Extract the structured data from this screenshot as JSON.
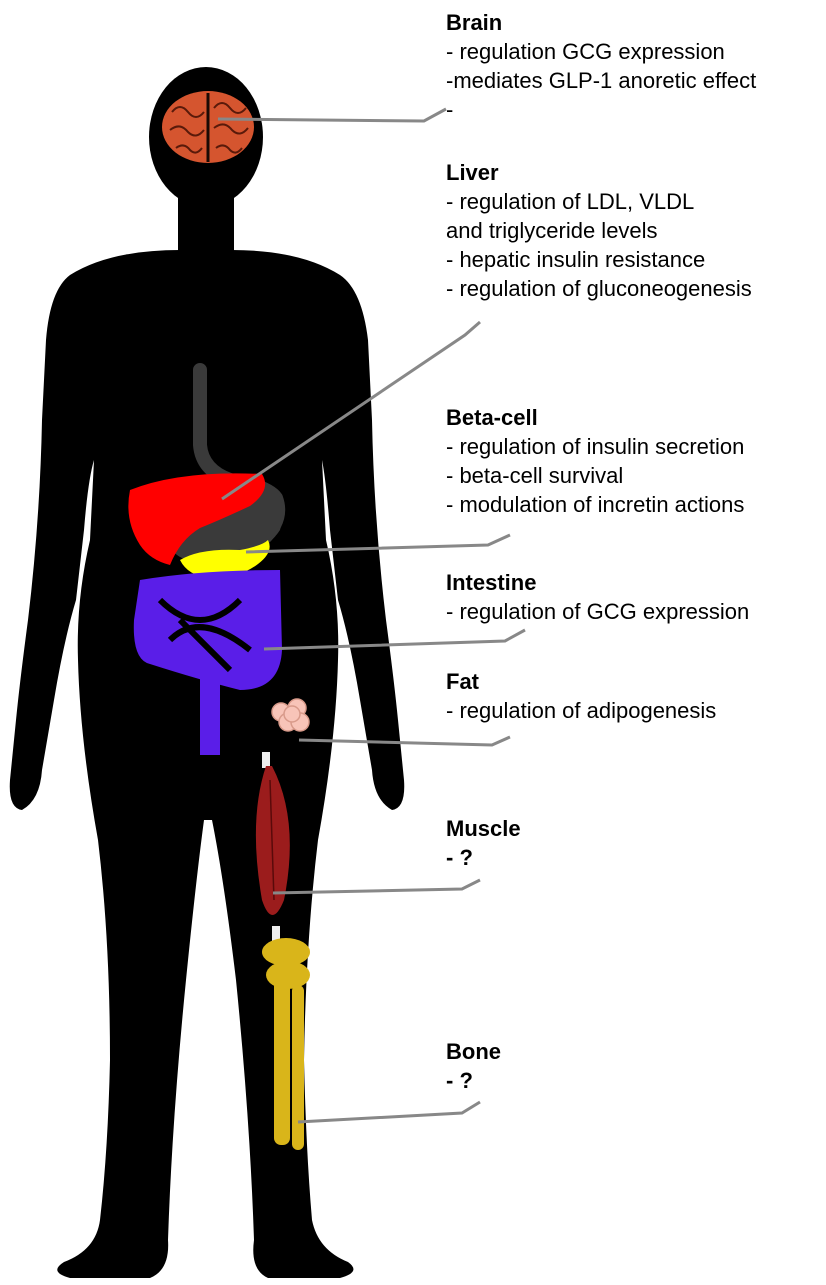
{
  "colors": {
    "background": "#ffffff",
    "silhouette": "#000000",
    "brain": "#d5552f",
    "liver": "#ff0000",
    "stomach": "#3a3a3a",
    "pancreas": "#ffff00",
    "intestine": "#5a1ee8",
    "fat": "#f8c4b8",
    "muscle": "#9b1c1c",
    "bone": "#d9b51a",
    "leader_line": "#888888"
  },
  "labels": {
    "brain": {
      "title": "Brain",
      "lines": [
        "- regulation GCG expression",
        "-mediates GLP-1 anoretic effect",
        "-"
      ]
    },
    "liver": {
      "title": "Liver",
      "lines": [
        "- regulation of LDL, VLDL",
        "and triglyceride levels",
        "- hepatic insulin resistance",
        "- regulation of gluconeogenesis"
      ]
    },
    "beta_cell": {
      "title": "Beta-cell",
      "lines": [
        "- regulation of insulin secretion",
        "- beta-cell survival",
        "- modulation of incretin actions"
      ]
    },
    "intestine": {
      "title": "Intestine",
      "lines": [
        "- regulation of GCG expression"
      ]
    },
    "fat": {
      "title": "Fat",
      "lines": [
        "- regulation of adipogenesis"
      ]
    },
    "muscle": {
      "title": "Muscle",
      "lines": [
        "- ?"
      ]
    },
    "bone": {
      "title": "Bone",
      "lines": [
        "- ?"
      ]
    }
  }
}
